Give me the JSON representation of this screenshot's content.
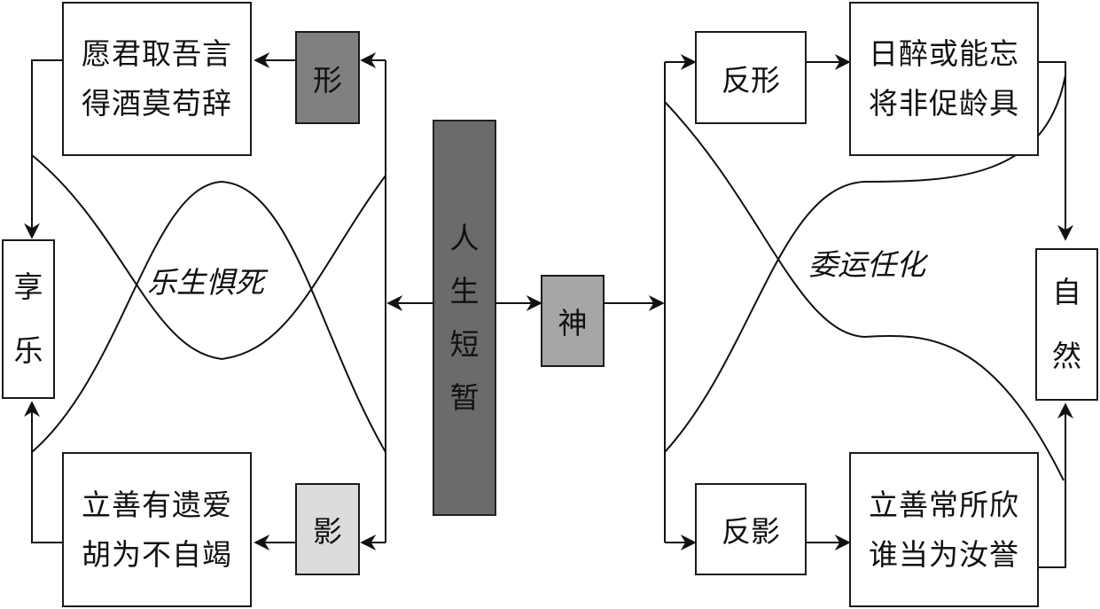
{
  "center": {
    "label_chars": [
      "人",
      "生",
      "短",
      "暂"
    ],
    "color": "#6b6b6b"
  },
  "spirit": {
    "label": "神",
    "color": "#a6a6a6"
  },
  "left": {
    "form": {
      "label": "形",
      "color": "#808080"
    },
    "shadow": {
      "label": "影",
      "color": "#dcdcdc"
    },
    "form_poem": [
      "愿君取吾言",
      "得酒莫苟辞"
    ],
    "shadow_poem": [
      "立善有遗爱",
      "胡为不自竭"
    ],
    "outcome_chars": [
      "享",
      "乐"
    ],
    "curve_label": "乐生惧死"
  },
  "right": {
    "anti_form": {
      "label": "反形"
    },
    "anti_shadow": {
      "label": "反影"
    },
    "form_poem": [
      "日醉或能忘",
      "将非促龄具"
    ],
    "shadow_poem": [
      "立善常所欣",
      "谁当为汝誉"
    ],
    "outcome_chars": [
      "自",
      "然"
    ],
    "curve_label": "委运任化"
  }
}
